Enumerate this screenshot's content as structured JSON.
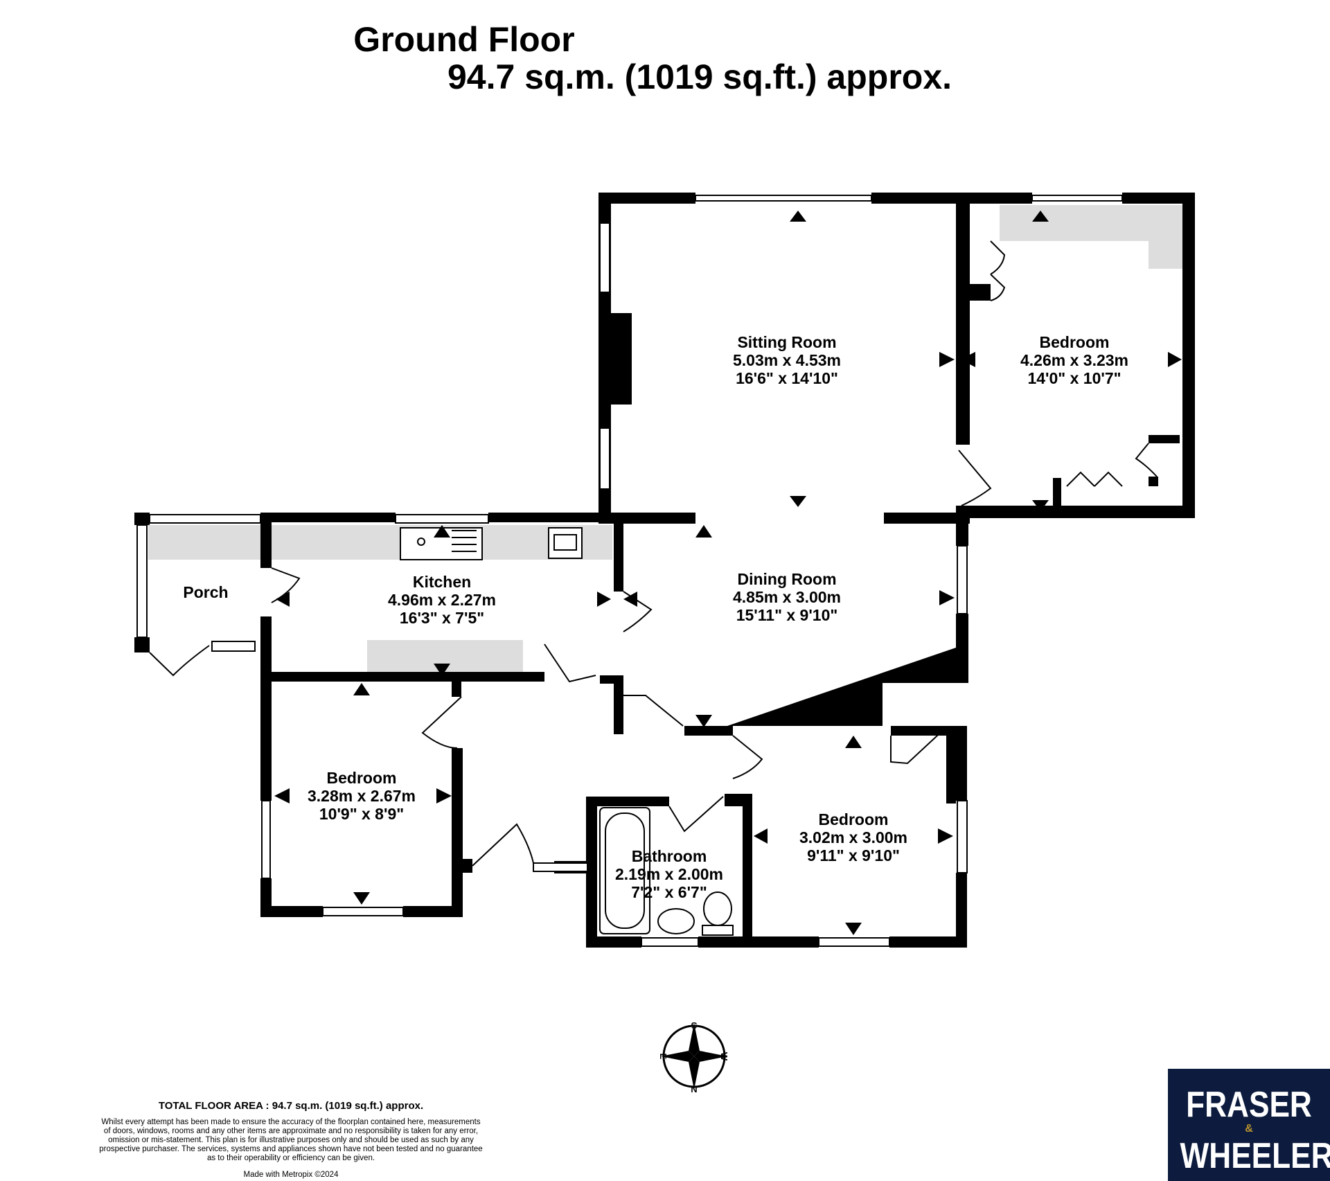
{
  "header": {
    "floor": "Ground Floor",
    "area": "94.7 sq.m. (1019 sq.ft.) approx."
  },
  "rooms": [
    {
      "id": "sitting",
      "name": "Sitting Room",
      "metric": "5.03m  x 4.53m",
      "imperial": "16'6\"  x 14'10\""
    },
    {
      "id": "bed1",
      "name": "Bedroom",
      "metric": "4.26m  x 3.23m",
      "imperial": "14'0\"  x 10'7\""
    },
    {
      "id": "porch",
      "name": "Porch",
      "metric": "",
      "imperial": ""
    },
    {
      "id": "kitchen",
      "name": "Kitchen",
      "metric": "4.96m  x 2.27m",
      "imperial": "16'3\"  x 7'5\""
    },
    {
      "id": "dining",
      "name": "Dining Room",
      "metric": "4.85m  x 3.00m",
      "imperial": "15'11\"  x 9'10\""
    },
    {
      "id": "bed2",
      "name": "Bedroom",
      "metric": "3.28m  x 2.67m",
      "imperial": "10'9\"  x 8'9\""
    },
    {
      "id": "bath",
      "name": "Bathroom",
      "metric": "2.19m  x 2.00m",
      "imperial": "7'2\"  x 6'7\""
    },
    {
      "id": "bed3",
      "name": "Bedroom",
      "metric": "3.02m  x 3.00m",
      "imperial": "9'11\"  x 9'10\""
    }
  ],
  "compass": {
    "n": "N",
    "s": "S",
    "e": "E",
    "w": "W"
  },
  "footer": {
    "total": "TOTAL FLOOR AREA : 94.7 sq.m. (1019 sq.ft.) approx.",
    "disclaimer": [
      "Whilst every attempt has been made to ensure the accuracy of the floorplan contained here, measurements",
      "of doors, windows, rooms and any other items are approximate and no responsibility is taken for any error,",
      "omission or mis-statement. This plan is for illustrative purposes only and should be used as such by any",
      "prospective purchaser. The services, systems and appliances shown have not been tested and no guarantee",
      "as to their operability or efficiency can be given."
    ],
    "made_with": "Made with Metropix ©2024"
  },
  "logo": {
    "line1": "FRASER",
    "amp": "&",
    "line2": "WHEELER",
    "bg": "#0d1c3e",
    "amp_color": "#b8922e"
  },
  "colors": {
    "wall": "#000000",
    "fitted": "#dddddd"
  }
}
